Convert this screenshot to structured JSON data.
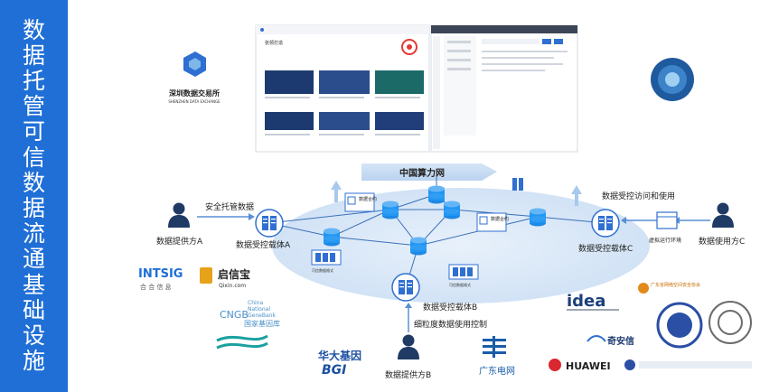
{
  "sidebar": {
    "title_chars": [
      "数",
      "据",
      "托",
      "管",
      "可",
      "信",
      "数",
      "据",
      "流",
      "通",
      "基",
      "础",
      "设",
      "施"
    ]
  },
  "logos": {
    "szdex_name": "深圳数据交易所",
    "szdex_en": "SHENZHEN DATA EXCHANGE",
    "intsig": "INTSIG",
    "intsig_cn": "合 合 信 息",
    "qixin_cn": "启信宝",
    "qixin_en": "Qixin.com",
    "cngb_abbr": "CNGB",
    "cngb_line1": "China",
    "cngb_line2": "National",
    "cngb_line3": "GeneBank",
    "cngb_cn": "国家基因库",
    "bgi_cn": "华大基因",
    "bgi_en": "BGI",
    "gdtv": "广东电网",
    "huawei": "HUAWEI",
    "idea": "idea",
    "qianxin": "奇安信",
    "gd_assoc": "广东省网络空间安全协会"
  },
  "diagram": {
    "network": "中国算力网",
    "provider_a": "数据提供方A",
    "provider_b": "数据提供方B",
    "user_c": "数据使用方C",
    "carrier_a": "数据受控载体A",
    "carrier_b": "数据受控载体B",
    "carrier_c": "数据受控载体C",
    "safe_hosting": "安全托管数据",
    "controlled_access": "数据受控访问和使用",
    "fine_grained": "细粒度数据使用控制",
    "vm_env": "虚拟运行环境",
    "contract1": "数据合约",
    "contract2": "数据合约",
    "trusted_data1": "可信数据格式",
    "trusted_data2": "可信数据格式"
  },
  "screenshot1": {
    "title": "张领打造"
  },
  "screenshot2": {}
}
